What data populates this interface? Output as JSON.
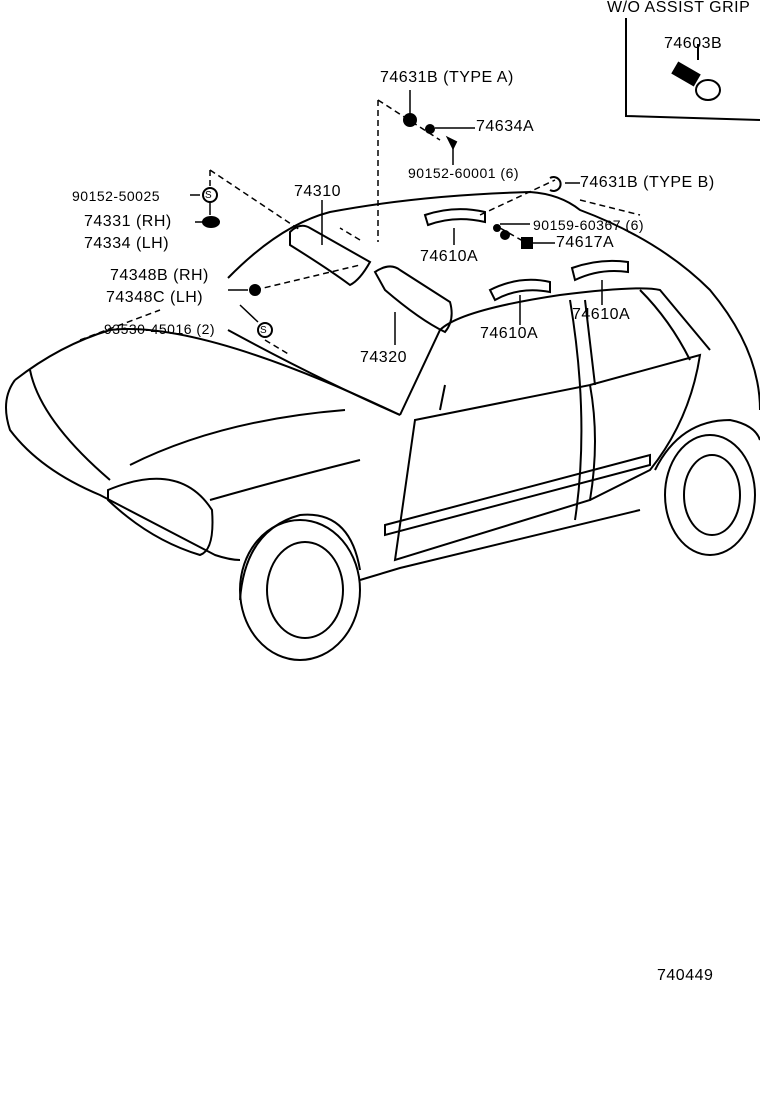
{
  "inset": {
    "title": "W/O ASSIST GRIP",
    "part": "74603B"
  },
  "labels": {
    "p74631B_A": "74631B (TYPE  A)",
    "p74634A": "74634A",
    "p90152_60001": "90152-60001 (6)",
    "p74631B_B": "74631B (TYPE  B)",
    "p90152_50025": "90152-50025",
    "p74331": "74331 (RH)",
    "p74334": "74334 (LH)",
    "p74310": "74310",
    "p90159_60367": "90159-60367 (6)",
    "p74617A": "74617A",
    "p74610A_1": "74610A",
    "p74610A_2": "74610A",
    "p74610A_3": "74610A",
    "p74348B": "74348B (RH)",
    "p74348C": "74348C (LH)",
    "p93530_45016": "93530-45016 (2)",
    "p74320": "74320",
    "screw_symbol": "S"
  },
  "diagram_id": "740449"
}
